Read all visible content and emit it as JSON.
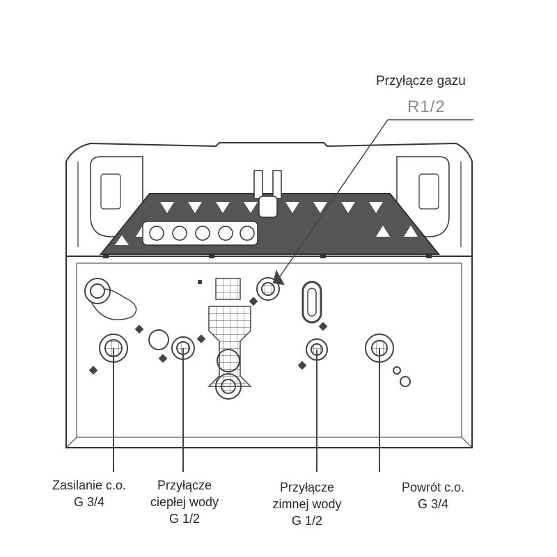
{
  "gas": {
    "name": "Przyłącze gazu",
    "spec": "R1/2"
  },
  "connections": [
    {
      "line1": "Zasilanie c.o.",
      "line2": "G 3/4",
      "line3": ""
    },
    {
      "line1": "Przyłącze",
      "line2": "ciepłej wody",
      "line3": "G 1/2"
    },
    {
      "line1": "Przyłącze",
      "line2": "zimnej wody",
      "line3": "G 1/2"
    },
    {
      "line1": "Powrót c.o.",
      "line2": "G 3/4",
      "line3": ""
    }
  ],
  "colors": {
    "stroke": "#333333",
    "label": "#2a2a2a",
    "gas_spec": "#8a8a8a"
  }
}
